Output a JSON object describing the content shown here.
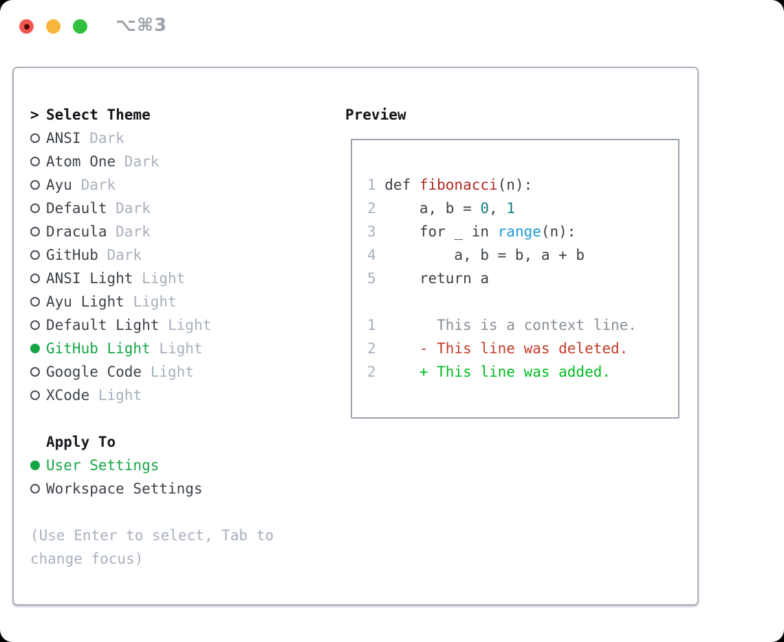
{
  "titlebar": {
    "shortcut_label": "⌥⌘3",
    "buttons": [
      "close",
      "minimize",
      "zoom"
    ]
  },
  "colors": {
    "accent_green": "#15a546",
    "added_green": "#00bc20",
    "deleted_red": "#c33a28",
    "function_red": "#ae291f",
    "number_teal": "#0f7c80",
    "builtin_blue": "#1c98d6",
    "muted_gray": "#a7b0bc",
    "text_dark": "#3c4249",
    "border_gray": "#a9afb9"
  },
  "theme": {
    "cursor": ">",
    "heading": "Select Theme",
    "items": [
      {
        "name": "ANSI",
        "variant": "Dark",
        "selected": false
      },
      {
        "name": "Atom One",
        "variant": "Dark",
        "selected": false
      },
      {
        "name": "Ayu",
        "variant": "Dark",
        "selected": false
      },
      {
        "name": "Default",
        "variant": "Dark",
        "selected": false
      },
      {
        "name": "Dracula",
        "variant": "Dark",
        "selected": false
      },
      {
        "name": "GitHub",
        "variant": "Dark",
        "selected": false
      },
      {
        "name": "ANSI Light",
        "variant": "Light",
        "selected": false
      },
      {
        "name": "Ayu Light",
        "variant": "Light",
        "selected": false
      },
      {
        "name": "Default Light",
        "variant": "Light",
        "selected": false
      },
      {
        "name": "GitHub Light",
        "variant": "Light",
        "selected": true
      },
      {
        "name": "Google Code",
        "variant": "Light",
        "selected": false
      },
      {
        "name": "XCode",
        "variant": "Light",
        "selected": false
      }
    ]
  },
  "apply_to": {
    "heading": "Apply To",
    "options": [
      {
        "label": "User Settings",
        "selected": true
      },
      {
        "label": "Workspace Settings",
        "selected": false
      }
    ]
  },
  "help_text": "(Use Enter to select, Tab to change focus)",
  "preview": {
    "heading": "Preview",
    "code_lines": [
      {
        "num": "1",
        "tokens": [
          {
            "text": "def ",
            "style": "plain"
          },
          {
            "text": "fibonacci",
            "style": "function"
          },
          {
            "text": "(n):",
            "style": "plain"
          }
        ]
      },
      {
        "num": "2",
        "tokens": [
          {
            "text": "    a, b = ",
            "style": "plain"
          },
          {
            "text": "0",
            "style": "number"
          },
          {
            "text": ", ",
            "style": "plain"
          },
          {
            "text": "1",
            "style": "number"
          }
        ]
      },
      {
        "num": "3",
        "tokens": [
          {
            "text": "    for _ in ",
            "style": "plain"
          },
          {
            "text": "range",
            "style": "builtin"
          },
          {
            "text": "(n):",
            "style": "plain"
          }
        ]
      },
      {
        "num": "4",
        "tokens": [
          {
            "text": "        a, b = b, a + b",
            "style": "plain"
          }
        ]
      },
      {
        "num": "5",
        "tokens": [
          {
            "text": "    return a",
            "style": "plain"
          }
        ]
      }
    ],
    "diff_lines": [
      {
        "num": "1",
        "marker": " ",
        "text": "This is a context line.",
        "kind": "context"
      },
      {
        "num": "2",
        "marker": "-",
        "text": "This line was deleted.",
        "kind": "deleted"
      },
      {
        "num": "2",
        "marker": "+",
        "text": "This line was added.",
        "kind": "added"
      }
    ]
  }
}
